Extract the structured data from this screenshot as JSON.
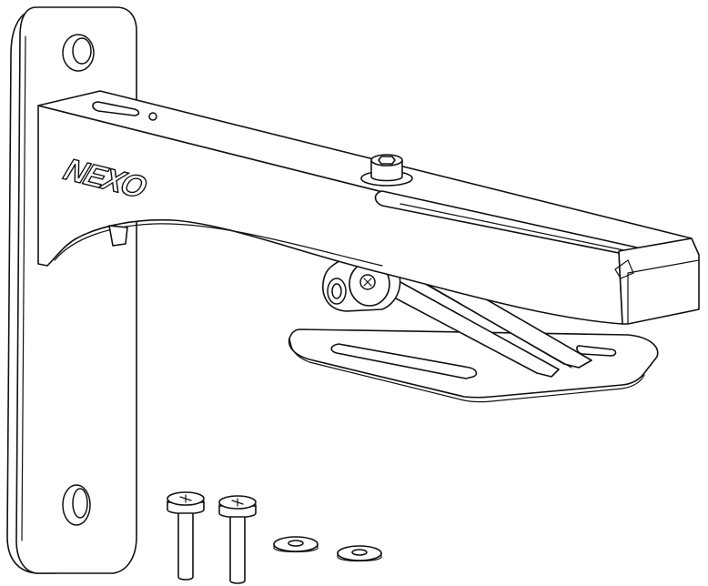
{
  "figure": {
    "brand_logo": "NEXO",
    "colors": {
      "line": "#111111",
      "fill": "#ffffff"
    },
    "parts": [
      "wall-plate",
      "bracket-arm",
      "locking-knob",
      "pivot-hinge",
      "mounting-plate",
      "screw",
      "screw",
      "washer",
      "washer"
    ]
  }
}
